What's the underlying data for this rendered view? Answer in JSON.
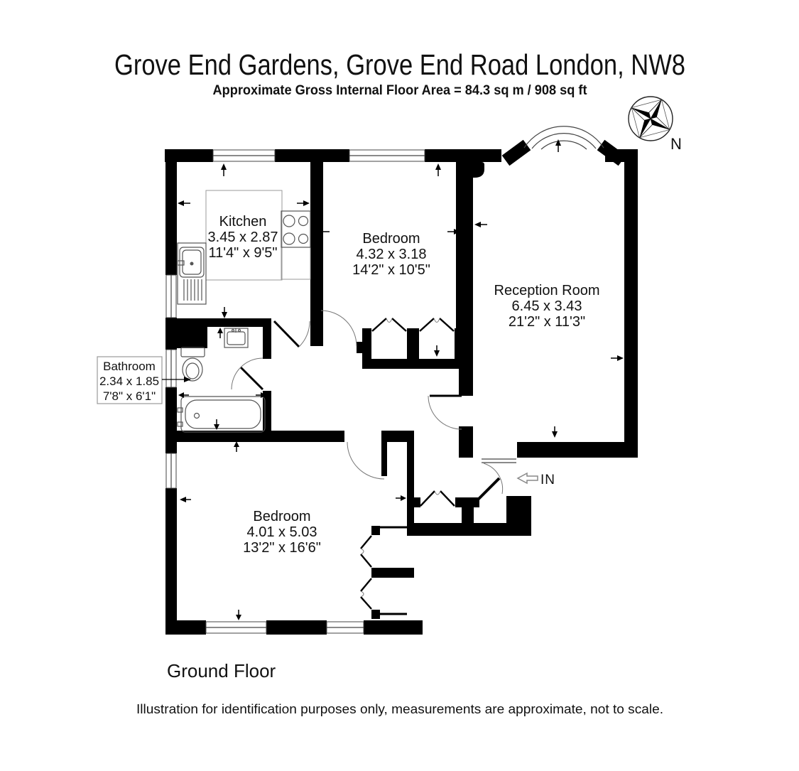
{
  "title": "Grove End Gardens, Grove End Road London, NW8",
  "subtitle": "Approximate Gross Internal Floor Area = 84.3 sq m / 908 sq ft",
  "floor_label": "Ground Floor",
  "disclaimer": "Illustration for identification purposes only, measurements are approximate, not to scale.",
  "compass": {
    "north_label": "N"
  },
  "entrance": {
    "label": "IN"
  },
  "rooms": {
    "kitchen": {
      "name": "Kitchen",
      "metric": "3.45 x 2.87",
      "imperial": "11'4\" x 9'5\""
    },
    "bedroom1": {
      "name": "Bedroom",
      "metric": "4.32 x 3.18",
      "imperial": "14'2\" x 10'5\""
    },
    "reception": {
      "name": "Reception Room",
      "metric": "6.45 x 3.43",
      "imperial": "21'2\" x 11'3\""
    },
    "bathroom": {
      "name": "Bathroom",
      "metric": "2.34 x 1.85",
      "imperial": "7'8\" x 6'1\""
    },
    "bedroom2": {
      "name": "Bedroom",
      "metric": "4.01 x 5.03",
      "imperial": "13'2\" x 16'6\""
    }
  },
  "colors": {
    "wall": "#000000",
    "background": "#ffffff",
    "fixture_line": "#555555"
  }
}
